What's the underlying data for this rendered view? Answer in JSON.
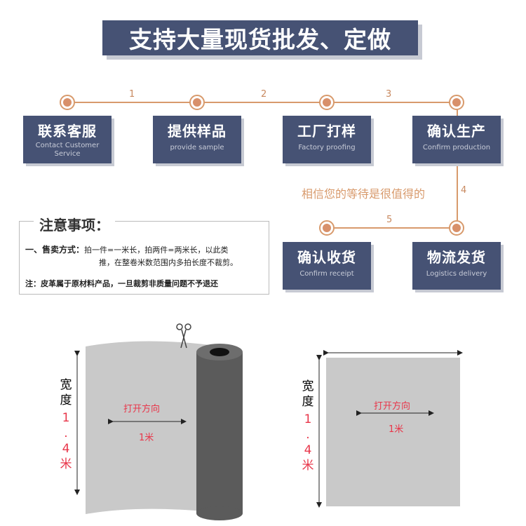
{
  "banner": {
    "title": "支持大量现货批发、定做"
  },
  "flow": {
    "step_numbers": [
      "1",
      "2",
      "3",
      "4",
      "5"
    ],
    "steps": [
      {
        "cn": "联系客服",
        "en": "Contact Customer Service"
      },
      {
        "cn": "提供样品",
        "en": "provide sample"
      },
      {
        "cn": "工厂打样",
        "en": "Factory proofing"
      },
      {
        "cn": "确认生产",
        "en": "Confirm production"
      },
      {
        "cn": "物流发货",
        "en": "Logistics delivery"
      },
      {
        "cn": "确认收货",
        "en": "Confirm receipt"
      }
    ],
    "wait_text": "相信您的等待是很值得的"
  },
  "notice": {
    "title": "注意事项：",
    "item1_label": "一、售卖方式：",
    "item1_line1": "拍一件=一米长，拍两件=两米长，以此类",
    "item1_line2": "推，在整卷米数范围内多拍长度不裁剪。",
    "item2": "注：皮革属于原材料产品，一旦裁剪非质量问题不予退还"
  },
  "diagrams": {
    "width_label_chars": [
      "宽",
      "度"
    ],
    "width_value_chars": [
      "1",
      ".",
      "4",
      "米"
    ],
    "open_direction": "打开方向",
    "length": "1米",
    "colors": {
      "accent": "#d89a6c",
      "navy": "#465274",
      "red": "#e8364a",
      "grey": "#c9c9c9"
    }
  }
}
